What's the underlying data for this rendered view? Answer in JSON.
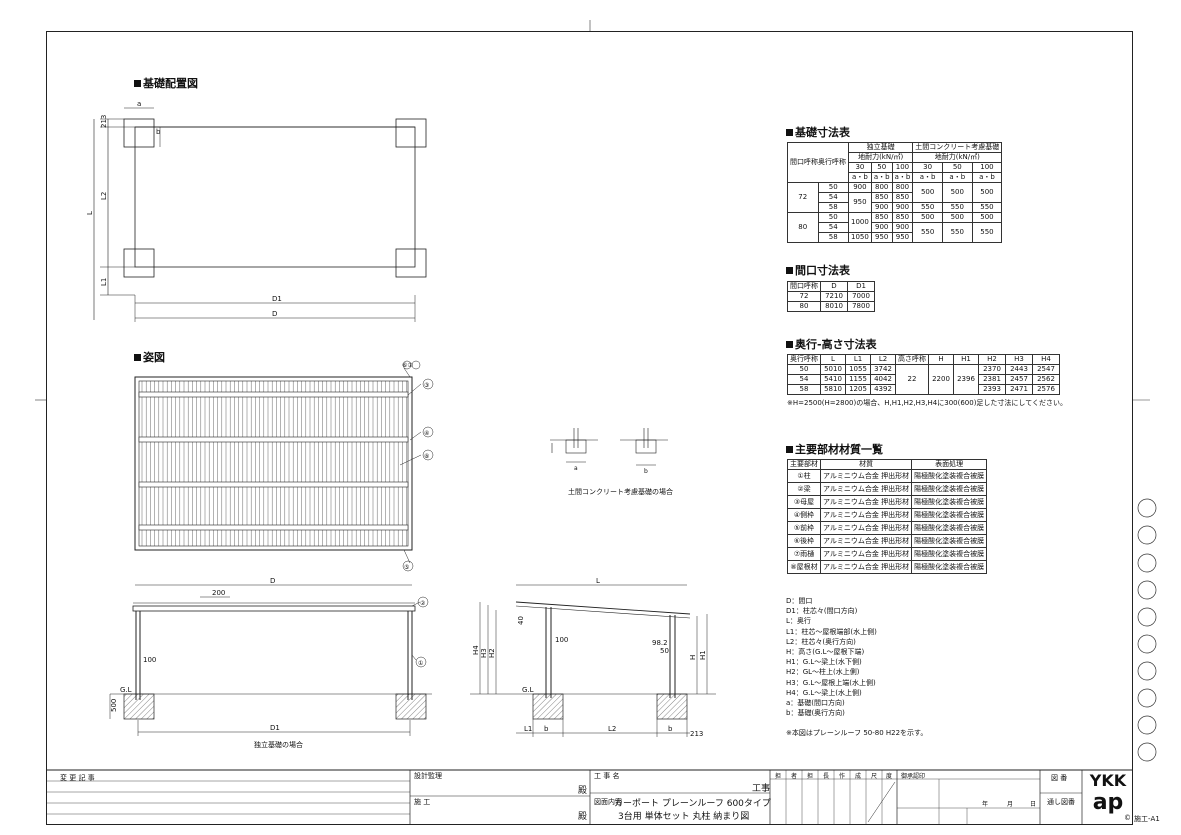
{
  "sections": {
    "foundation_layout": "基礎配置図",
    "elevation": "姿図",
    "foundation_table": "基礎寸法表",
    "span_table": "間口寸法表",
    "depth_height_table": "奥行-高さ寸法表",
    "materials_table": "主要部材材質一覧"
  },
  "foundation_table": {
    "h_span": "間口呼称",
    "h_depth": "奥行呼称",
    "h_indep": "独立基礎",
    "h_soil": "土間コンクリート考慮基礎",
    "h_bearing1": "地耐力(kN/㎡)",
    "h_bearing2": "地耐力(kN/㎡)",
    "cols": [
      "30",
      "50",
      "100",
      "30",
      "50",
      "100"
    ],
    "ab": "a・b",
    "rows": [
      {
        "span": "72",
        "depth": "50",
        "c30": "900",
        "c50": "800",
        "c100": "800",
        "s30": "500",
        "s50": "500",
        "s100": "500"
      },
      {
        "span": "",
        "depth": "54",
        "c30": "950",
        "c50": "850",
        "c100": "850",
        "s30": "",
        "s50": "",
        "s100": ""
      },
      {
        "span": "",
        "depth": "58",
        "c30": "",
        "c50": "900",
        "c100": "900",
        "s30": "550",
        "s50": "550",
        "s100": "550"
      },
      {
        "span": "80",
        "depth": "50",
        "c30": "1000",
        "c50": "850",
        "c100": "850",
        "s30": "500",
        "s50": "500",
        "s100": "500"
      },
      {
        "span": "",
        "depth": "54",
        "c30": "",
        "c50": "900",
        "c100": "900",
        "s30": "550",
        "s50": "550",
        "s100": "550"
      },
      {
        "span": "",
        "depth": "58",
        "c30": "1050",
        "c50": "950",
        "c100": "950",
        "s30": "",
        "s50": "",
        "s100": ""
      }
    ]
  },
  "span_table": {
    "headers": [
      "間口呼称",
      "D",
      "D1"
    ],
    "rows": [
      [
        "72",
        "7210",
        "7000"
      ],
      [
        "80",
        "8010",
        "7800"
      ]
    ]
  },
  "depth_table": {
    "headers": [
      "奥行呼称",
      "L",
      "L1",
      "L2",
      "高さ呼称",
      "H",
      "H1",
      "H2",
      "H3",
      "H4"
    ],
    "rows": [
      [
        "50",
        "5010",
        "1055",
        "3742",
        "2370",
        "2443",
        "2547"
      ],
      [
        "54",
        "5410",
        "1155",
        "4042",
        "2381",
        "2457",
        "2562"
      ],
      [
        "58",
        "5810",
        "1205",
        "4392",
        "2393",
        "2471",
        "2576"
      ]
    ],
    "merged": {
      "height_name": "22",
      "H": "2200",
      "H1": "2396"
    },
    "note": "※H=2500(H=2800)の場合、H,H1,H2,H3,H4に300(600)足した寸法にしてください。"
  },
  "materials": {
    "headers": [
      "主要部材",
      "材質",
      "表面処理"
    ],
    "rows": [
      [
        "①柱",
        "アルミニウム合金 押出形材",
        "陽極酸化塗装複合被膜"
      ],
      [
        "②梁",
        "アルミニウム合金 押出形材",
        "陽極酸化塗装複合被膜"
      ],
      [
        "③母屋",
        "アルミニウム合金 押出形材",
        "陽極酸化塗装複合被膜"
      ],
      [
        "④側枠",
        "アルミニウム合金 押出形材",
        "陽極酸化塗装複合被膜"
      ],
      [
        "⑤前枠",
        "アルミニウム合金 押出形材",
        "陽極酸化塗装複合被膜"
      ],
      [
        "⑥後枠",
        "アルミニウム合金 押出形材",
        "陽極酸化塗装複合被膜"
      ],
      [
        "⑦雨樋",
        "アルミニウム合金 押出形材",
        "陽極酸化塗装複合被膜"
      ],
      [
        "⑧屋根材",
        "アルミニウム合金 押出形材",
        "陽極酸化塗装複合被膜"
      ]
    ]
  },
  "legend": [
    "D：間口",
    "D1：柱芯々(間口方向)",
    "L：奥行",
    "L1：柱芯～屋根端部(水上側)",
    "L2：柱芯々(奥行方向)",
    "H：高さ(G.L～屋根下端)",
    "H1：G.L～梁上(水下側)",
    "H2：GL～柱上(水上側)",
    "H3：G.L～屋根上端(水上側)",
    "H4：G.L～梁上(水上側)",
    "a：基礎(間口方向)",
    "b：基礎(奥行方向)",
    "",
    "※本図はプレーンルーフ 50-80 H22を示す。"
  ],
  "drawing_labels": {
    "a": "a",
    "b": "b",
    "L": "L",
    "L1": "L1",
    "L2": "L2",
    "D": "D",
    "D1": "D1",
    "dim213": "213",
    "dim200": "200",
    "dim100": "100",
    "dim500": "500",
    "dim40": "40",
    "dim982": "98.2",
    "dim50": "50",
    "GL": "G.L",
    "H": "H",
    "H1": "H1",
    "H2": "H2",
    "H3": "H3",
    "H4": "H4",
    "caption_indep": "独立基礎の場合",
    "caption_soil": "土間コンクリート考慮基礎の場合",
    "callouts": [
      "⑥⑦",
      "③",
      "④",
      "⑧",
      "⑤",
      "②",
      "①"
    ]
  },
  "title_block": {
    "change_record": "変 更 記 事",
    "design_supervisor": "設計監理",
    "contractor": "施 工",
    "honorific1": "殿",
    "honorific2": "殿",
    "project_name_label": "工 事 名",
    "koji": "工事",
    "drawing_content_label": "図面内容",
    "title_line1": "カーポート プレーンルーフ 600タイプ",
    "title_line2": "3台用 単体セット 丸柱 納まり図",
    "stamp_cols": [
      "担",
      "者",
      "担",
      "長",
      "作",
      "成",
      "尺",
      "度"
    ],
    "approval": "御承認印",
    "year": "年",
    "month": "月",
    "day": "日",
    "drawing_no": "図 番",
    "send_drawing": "通し図番",
    "logo1": "YKK",
    "logo2": "ap",
    "sheet_code": "施工-A1",
    "copyright": "©"
  }
}
